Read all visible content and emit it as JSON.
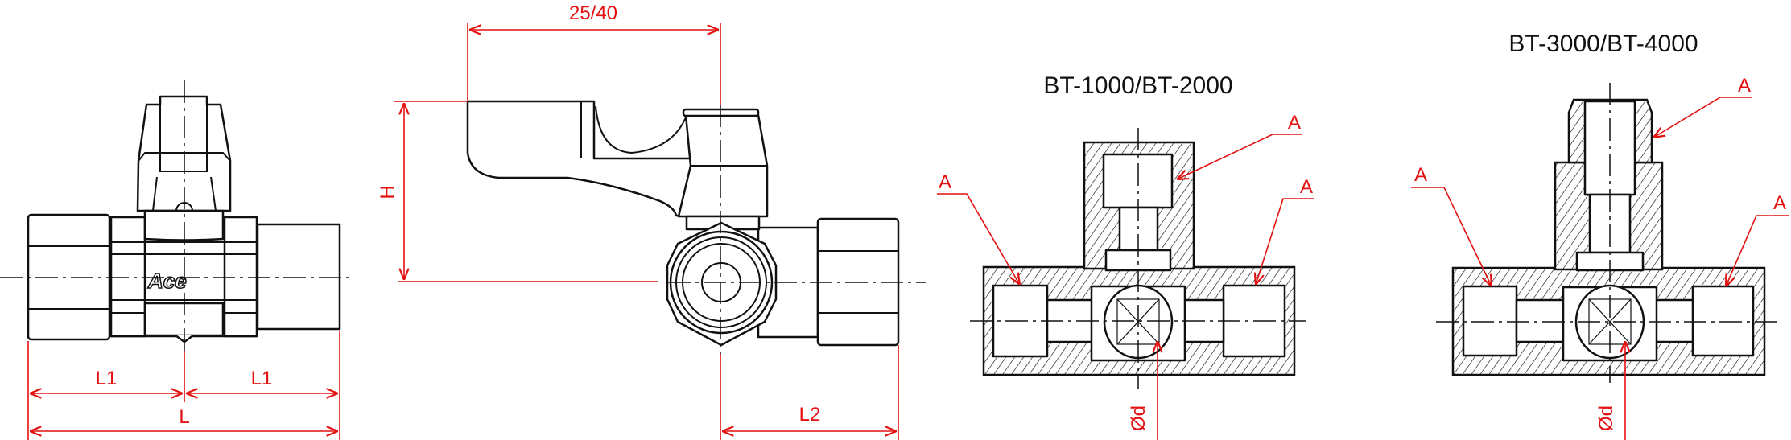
{
  "front_view": {
    "logo": "Ace",
    "dim_l1_left": "L1",
    "dim_l1_right": "L1",
    "dim_l": "L"
  },
  "side_view": {
    "dim_handle": "25/40",
    "dim_h": "H",
    "dim_l2": "L2"
  },
  "section_small": {
    "title": "BT-1000/BT-2000",
    "label_left": "A",
    "label_top": "A",
    "label_right": "A",
    "dim_bore": "Ød"
  },
  "section_large": {
    "title": "BT-3000/BT-4000",
    "label_left": "A",
    "label_top": "A",
    "label_right": "A",
    "dim_bore": "Ød"
  },
  "colors": {
    "dimension": "#e41010",
    "outline": "#111111"
  }
}
